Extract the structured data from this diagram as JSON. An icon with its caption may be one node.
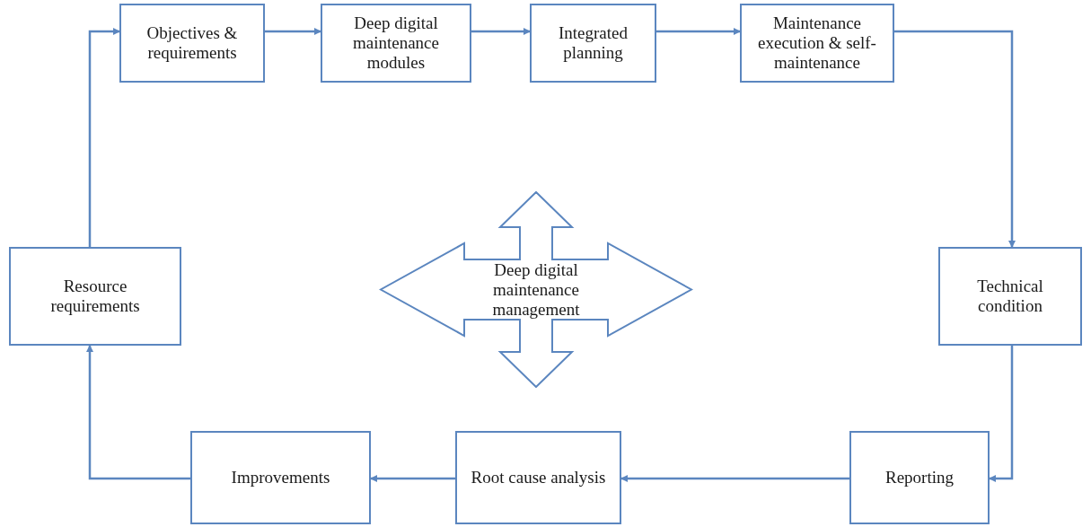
{
  "diagram": {
    "nodes": [
      {
        "text": [
          "Objectives & requirements"
        ]
      },
      {
        "text": [
          "Deep digital maintenance modules"
        ]
      },
      {
        "text": [
          "Integrated planning"
        ]
      },
      {
        "text": [
          "Maintenance execution & self-maintenance"
        ]
      },
      {
        "text": [
          "Technical condition"
        ]
      },
      {
        "text": [
          "Reporting"
        ]
      },
      {
        "text": [
          "Root cause analysis"
        ]
      },
      {
        "text": [
          "Improvements"
        ]
      },
      {
        "text": [
          "Resource requirements"
        ]
      },
      {
        "text": [
          "Deep digital maintenance management"
        ]
      }
    ],
    "edges": [
      {
        "from": 0,
        "to": 1,
        "arrow": "to"
      },
      {
        "from": 1,
        "to": 2,
        "arrow": "to"
      },
      {
        "from": 2,
        "to": 3,
        "arrow": "to"
      },
      {
        "from": 3,
        "to": 4,
        "arrow": "to"
      },
      {
        "from": 4,
        "to": 5,
        "arrow": "to"
      },
      {
        "from": 5,
        "to": 6,
        "arrow": "to"
      },
      {
        "from": 6,
        "to": 7,
        "arrow": "to"
      },
      {
        "from": 7,
        "to": 8,
        "arrow": "to"
      },
      {
        "from": 8,
        "to": 0,
        "arrow": "to"
      }
    ]
  }
}
